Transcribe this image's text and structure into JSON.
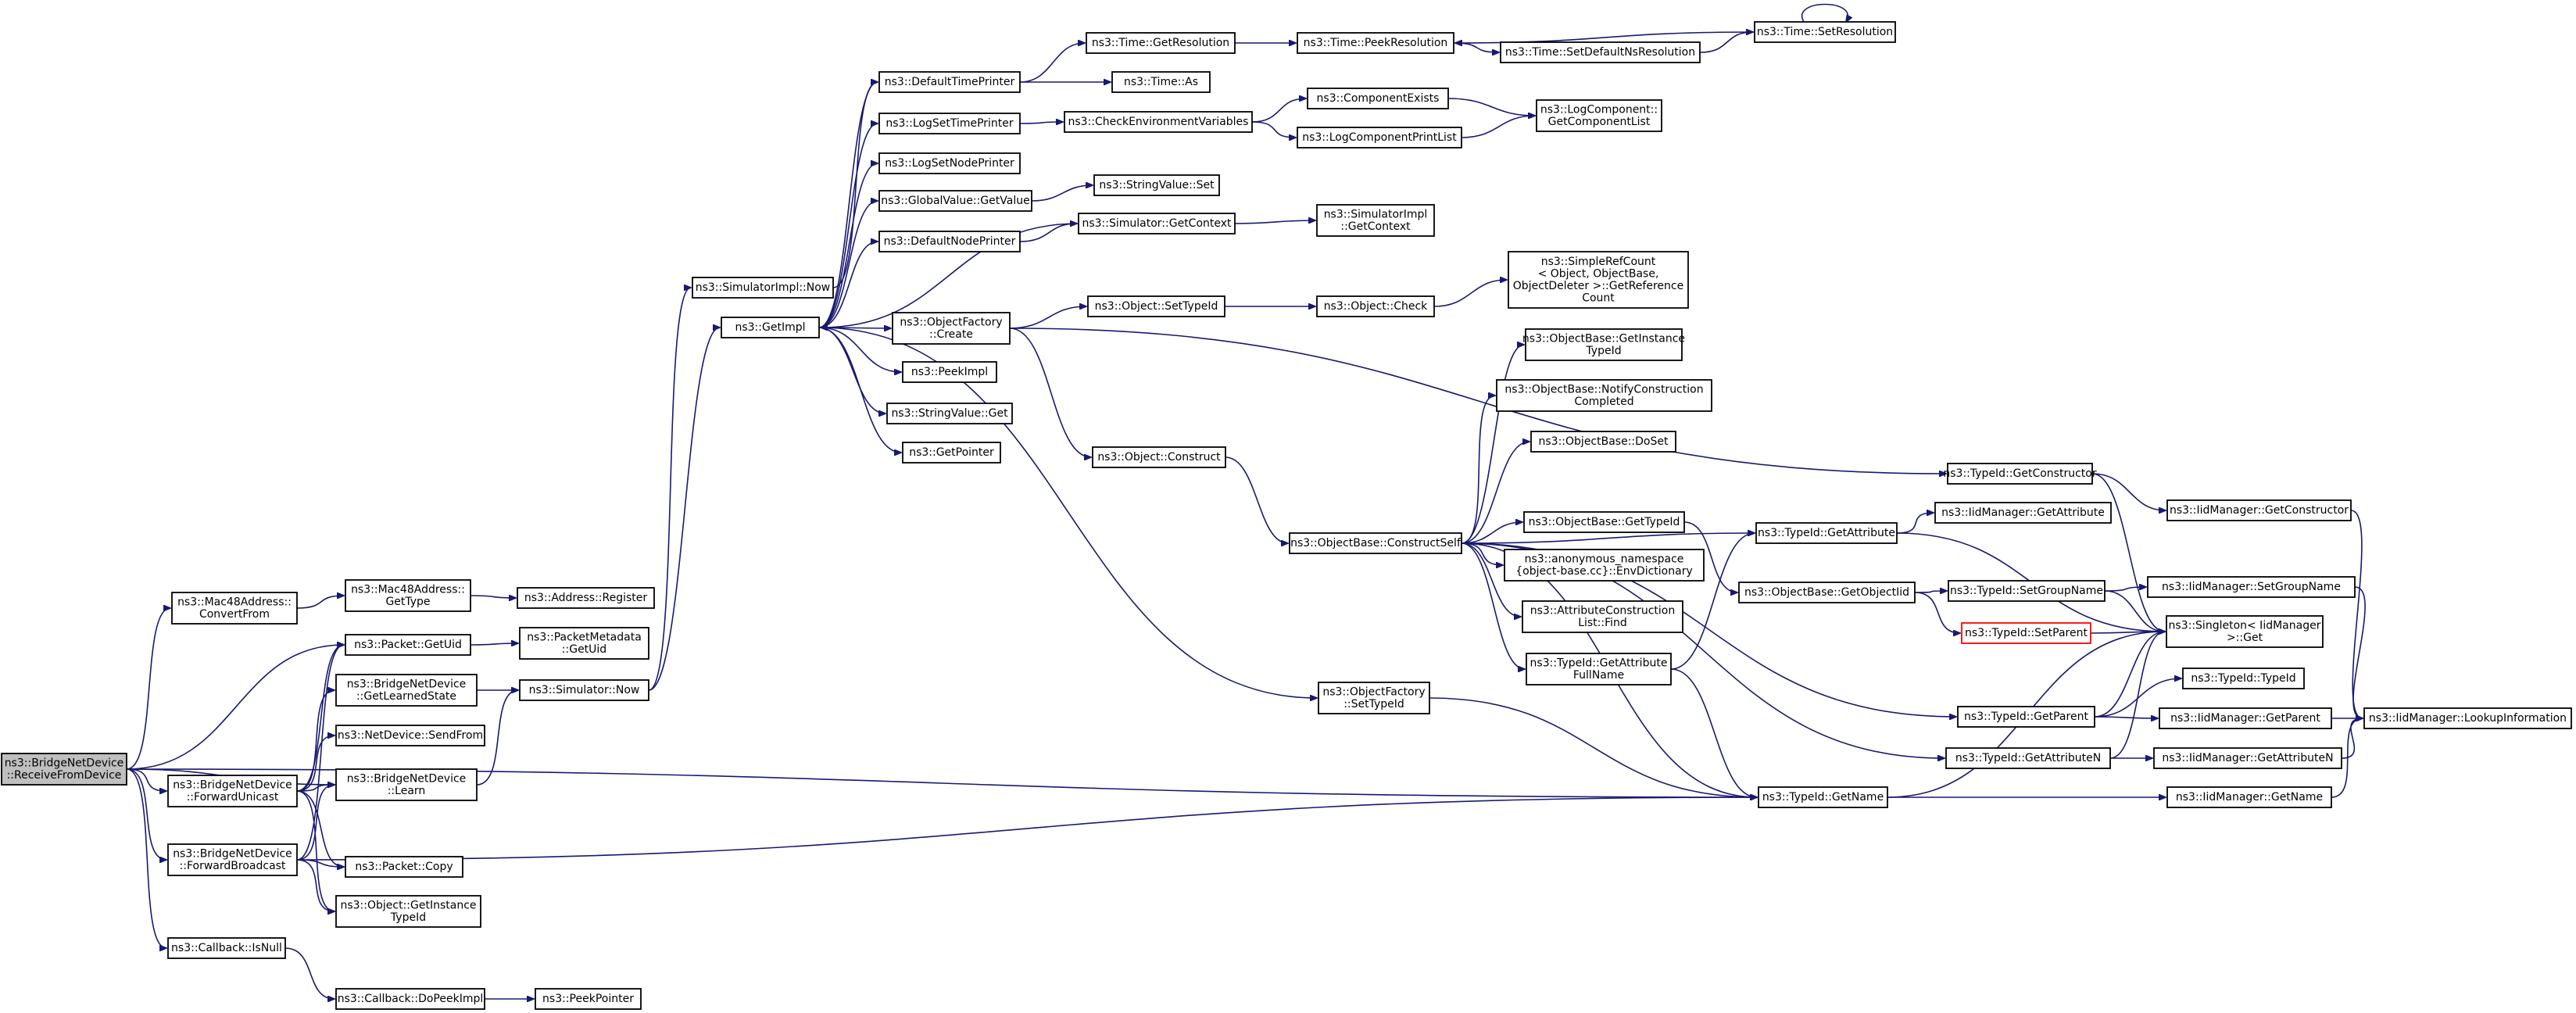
{
  "nodes": [
    {
      "id": "rfd",
      "lines": [
        "ns3::BridgeNetDevice",
        "::ReceiveFromDevice"
      ],
      "root": true
    },
    {
      "id": "m48c",
      "lines": [
        "ns3::Mac48Address::",
        "ConvertFrom"
      ]
    },
    {
      "id": "m48g",
      "lines": [
        "ns3::Mac48Address::",
        "GetType"
      ]
    },
    {
      "id": "areg",
      "lines": [
        "ns3::Address::Register"
      ]
    },
    {
      "id": "puid",
      "lines": [
        "ns3::Packet::GetUid"
      ]
    },
    {
      "id": "pmuid",
      "lines": [
        "ns3::PacketMetadata",
        "::GetUid"
      ]
    },
    {
      "id": "gls",
      "lines": [
        "ns3::BridgeNetDevice",
        "::GetLearnedState"
      ]
    },
    {
      "id": "snow",
      "lines": [
        "ns3::Simulator::Now"
      ]
    },
    {
      "id": "sfrom",
      "lines": [
        "ns3::NetDevice::SendFrom"
      ]
    },
    {
      "id": "fu",
      "lines": [
        "ns3::BridgeNetDevice",
        "::ForwardUnicast"
      ]
    },
    {
      "id": "learn",
      "lines": [
        "ns3::BridgeNetDevice",
        "::Learn"
      ]
    },
    {
      "id": "fb",
      "lines": [
        "ns3::BridgeNetDevice",
        "::ForwardBroadcast"
      ]
    },
    {
      "id": "pcopy",
      "lines": [
        "ns3::Packet::Copy"
      ]
    },
    {
      "id": "ogit",
      "lines": [
        "ns3::Object::GetInstance",
        "TypeId"
      ]
    },
    {
      "id": "cbnull",
      "lines": [
        "ns3::Callback::IsNull"
      ]
    },
    {
      "id": "cbdpi",
      "lines": [
        "ns3::Callback::DoPeekImpl"
      ]
    },
    {
      "id": "ppeek",
      "lines": [
        "ns3::PeekPointer"
      ]
    },
    {
      "id": "sinow",
      "lines": [
        "ns3::SimulatorImpl::Now"
      ]
    },
    {
      "id": "getimpl",
      "lines": [
        "ns3::GetImpl"
      ]
    },
    {
      "id": "dtp",
      "lines": [
        "ns3::DefaultTimePrinter"
      ]
    },
    {
      "id": "lstp",
      "lines": [
        "ns3::LogSetTimePrinter"
      ]
    },
    {
      "id": "lsnp",
      "lines": [
        "ns3::LogSetNodePrinter"
      ]
    },
    {
      "id": "gvgv",
      "lines": [
        "ns3::GlobalValue::GetValue"
      ]
    },
    {
      "id": "dnp",
      "lines": [
        "ns3::DefaultNodePrinter"
      ]
    },
    {
      "id": "ofc",
      "lines": [
        "ns3::ObjectFactory",
        "::Create"
      ]
    },
    {
      "id": "peekimpl",
      "lines": [
        "ns3::PeekImpl"
      ]
    },
    {
      "id": "svget",
      "lines": [
        "ns3::StringValue::Get"
      ]
    },
    {
      "id": "getptr",
      "lines": [
        "ns3::GetPointer"
      ]
    },
    {
      "id": "tgr",
      "lines": [
        "ns3::Time::GetResolution"
      ]
    },
    {
      "id": "tas",
      "lines": [
        "ns3::Time::As"
      ]
    },
    {
      "id": "cev",
      "lines": [
        "ns3::CheckEnvironmentVariables"
      ]
    },
    {
      "id": "svset",
      "lines": [
        "ns3::StringValue::Set"
      ]
    },
    {
      "id": "sgc",
      "lines": [
        "ns3::Simulator::GetContext"
      ]
    },
    {
      "id": "ost",
      "lines": [
        "ns3::Object::SetTypeId"
      ]
    },
    {
      "id": "ocon",
      "lines": [
        "ns3::Object::Construct"
      ]
    },
    {
      "id": "oft",
      "lines": [
        "ns3::ObjectFactory",
        "::SetTypeId"
      ]
    },
    {
      "id": "tpr",
      "lines": [
        "ns3::Time::PeekResolution"
      ]
    },
    {
      "id": "tsdnr",
      "lines": [
        "ns3::Time::SetDefaultNsResolution"
      ]
    },
    {
      "id": "tsr",
      "lines": [
        "ns3::Time::SetResolution"
      ]
    },
    {
      "id": "ce",
      "lines": [
        "ns3::ComponentExists"
      ]
    },
    {
      "id": "lcpl",
      "lines": [
        "ns3::LogComponentPrintList"
      ]
    },
    {
      "id": "lcgcl",
      "lines": [
        "ns3::LogComponent::",
        "GetComponentList"
      ]
    },
    {
      "id": "sigc",
      "lines": [
        "ns3::SimulatorImpl",
        "::GetContext"
      ]
    },
    {
      "id": "ochk",
      "lines": [
        "ns3::Object::Check"
      ]
    },
    {
      "id": "srcnt",
      "lines": [
        "ns3::SimpleRefCount",
        "< Object, ObjectBase,",
        "ObjectDeleter >::GetReference",
        "Count"
      ]
    },
    {
      "id": "obgit",
      "lines": [
        "ns3::ObjectBase::GetInstance",
        "TypeId"
      ]
    },
    {
      "id": "obnc",
      "lines": [
        "ns3::ObjectBase::NotifyConstruction",
        "Completed"
      ]
    },
    {
      "id": "obds",
      "lines": [
        "ns3::ObjectBase::DoSet"
      ]
    },
    {
      "id": "obcs",
      "lines": [
        "ns3::ObjectBase::ConstructSelf"
      ]
    },
    {
      "id": "obgt",
      "lines": [
        "ns3::ObjectBase::GetTypeId"
      ]
    },
    {
      "id": "anon",
      "lines": [
        "ns3::anonymous_namespace",
        "{object-base.cc}::EnvDictionary"
      ]
    },
    {
      "id": "acl",
      "lines": [
        "ns3::AttributeConstruction",
        "List::Find"
      ]
    },
    {
      "id": "tgafn",
      "lines": [
        "ns3::TypeId::GetAttribute",
        "FullName"
      ]
    },
    {
      "id": "tgattr",
      "lines": [
        "ns3::TypeId::GetAttribute"
      ]
    },
    {
      "id": "obgoi",
      "lines": [
        "ns3::ObjectBase::GetObjectIid"
      ]
    },
    {
      "id": "tgc",
      "lines": [
        "ns3::TypeId::GetConstructor"
      ]
    },
    {
      "id": "imga",
      "lines": [
        "ns3::IidManager::GetAttribute"
      ]
    },
    {
      "id": "tsgn",
      "lines": [
        "ns3::TypeId::SetGroupName"
      ]
    },
    {
      "id": "tsp",
      "lines": [
        "ns3::TypeId::SetParent"
      ],
      "warn": true
    },
    {
      "id": "tgp",
      "lines": [
        "ns3::TypeId::GetParent"
      ]
    },
    {
      "id": "tgan",
      "lines": [
        "ns3::TypeId::GetAttributeN"
      ]
    },
    {
      "id": "tgn",
      "lines": [
        "ns3::TypeId::GetName"
      ]
    },
    {
      "id": "imgc",
      "lines": [
        "ns3::IidManager::GetConstructor"
      ]
    },
    {
      "id": "imsgn",
      "lines": [
        "ns3::IidManager::SetGroupName"
      ]
    },
    {
      "id": "sing",
      "lines": [
        "ns3::Singleton< IidManager",
        ">::Get"
      ]
    },
    {
      "id": "ttid",
      "lines": [
        "ns3::TypeId::TypeId"
      ]
    },
    {
      "id": "imgp",
      "lines": [
        "ns3::IidManager::GetParent"
      ]
    },
    {
      "id": "imgan",
      "lines": [
        "ns3::IidManager::GetAttributeN"
      ]
    },
    {
      "id": "imgn",
      "lines": [
        "ns3::IidManager::GetName"
      ]
    },
    {
      "id": "imli",
      "lines": [
        "ns3::IidManager::LookupInformation"
      ]
    }
  ],
  "edges": [
    [
      "rfd",
      "m48c"
    ],
    [
      "rfd",
      "puid"
    ],
    [
      "rfd",
      "fu"
    ],
    [
      "rfd",
      "learn"
    ],
    [
      "rfd",
      "fb"
    ],
    [
      "rfd",
      "cbnull"
    ],
    [
      "rfd",
      "tgn"
    ],
    [
      "m48c",
      "m48g"
    ],
    [
      "m48g",
      "areg"
    ],
    [
      "puid",
      "pmuid"
    ],
    [
      "gls",
      "snow"
    ],
    [
      "learn",
      "snow"
    ],
    [
      "snow",
      "sinow"
    ],
    [
      "snow",
      "getimpl"
    ],
    [
      "fu",
      "puid"
    ],
    [
      "fu",
      "gls"
    ],
    [
      "fu",
      "sfrom"
    ],
    [
      "fu",
      "learn"
    ],
    [
      "fu",
      "pcopy"
    ],
    [
      "fu",
      "ogit"
    ],
    [
      "fb",
      "puid"
    ],
    [
      "fb",
      "learn"
    ],
    [
      "fb",
      "pcopy"
    ],
    [
      "fb",
      "ogit"
    ],
    [
      "fb",
      "tgn"
    ],
    [
      "cbnull",
      "cbdpi"
    ],
    [
      "cbdpi",
      "ppeek"
    ],
    [
      "sinow",
      "dtp"
    ],
    [
      "getimpl",
      "dtp"
    ],
    [
      "getimpl",
      "lstp"
    ],
    [
      "getimpl",
      "lsnp"
    ],
    [
      "getimpl",
      "gvgv"
    ],
    [
      "getimpl",
      "dnp"
    ],
    [
      "getimpl",
      "ofc"
    ],
    [
      "getimpl",
      "peekimpl"
    ],
    [
      "getimpl",
      "svget"
    ],
    [
      "getimpl",
      "getptr"
    ],
    [
      "getimpl",
      "oft"
    ],
    [
      "dtp",
      "tgr"
    ],
    [
      "dtp",
      "tas"
    ],
    [
      "lstp",
      "cev"
    ],
    [
      "gvgv",
      "svset"
    ],
    [
      "dnp",
      "sgc"
    ],
    [
      "sgc",
      "sigc"
    ],
    [
      "sgc",
      "getimpl"
    ],
    [
      "ofc",
      "ost"
    ],
    [
      "ofc",
      "ocon"
    ],
    [
      "ofc",
      "tgc"
    ],
    [
      "ost",
      "ochk"
    ],
    [
      "ochk",
      "srcnt"
    ],
    [
      "ocon",
      "obcs"
    ],
    [
      "oft",
      "tgn"
    ],
    [
      "tgr",
      "tpr"
    ],
    [
      "tpr",
      "tsdnr"
    ],
    [
      "tsdnr",
      "tsr"
    ],
    [
      "tsr",
      "tpr"
    ],
    [
      "tsr",
      "tsr"
    ],
    [
      "cev",
      "ce"
    ],
    [
      "cev",
      "lcpl"
    ],
    [
      "ce",
      "lcgcl"
    ],
    [
      "lcpl",
      "lcgcl"
    ],
    [
      "obcs",
      "obgit"
    ],
    [
      "obcs",
      "obnc"
    ],
    [
      "obcs",
      "obds"
    ],
    [
      "obcs",
      "obgt"
    ],
    [
      "obcs",
      "anon"
    ],
    [
      "obcs",
      "acl"
    ],
    [
      "obcs",
      "tgafn"
    ],
    [
      "obcs",
      "tgattr"
    ],
    [
      "obcs",
      "tgp"
    ],
    [
      "obcs",
      "tgan"
    ],
    [
      "obcs",
      "tgn"
    ],
    [
      "obgt",
      "obgoi"
    ],
    [
      "tgafn",
      "tgattr"
    ],
    [
      "tgafn",
      "tgn"
    ],
    [
      "tgattr",
      "imga"
    ],
    [
      "tgattr",
      "sing"
    ],
    [
      "obgoi",
      "tsgn"
    ],
    [
      "obgoi",
      "tsp"
    ],
    [
      "tgc",
      "imgc"
    ],
    [
      "tgc",
      "sing"
    ],
    [
      "tsgn",
      "imsgn"
    ],
    [
      "tsgn",
      "sing"
    ],
    [
      "tsp",
      "sing"
    ],
    [
      "tgp",
      "ttid"
    ],
    [
      "tgp",
      "imgp"
    ],
    [
      "tgp",
      "sing"
    ],
    [
      "tgan",
      "imgan"
    ],
    [
      "tgan",
      "sing"
    ],
    [
      "tgn",
      "imgn"
    ],
    [
      "tgn",
      "sing"
    ],
    [
      "imgc",
      "imli"
    ],
    [
      "imsgn",
      "imli"
    ],
    [
      "imgp",
      "imli"
    ],
    [
      "imgan",
      "imli"
    ],
    [
      "imgn",
      "imli"
    ]
  ]
}
